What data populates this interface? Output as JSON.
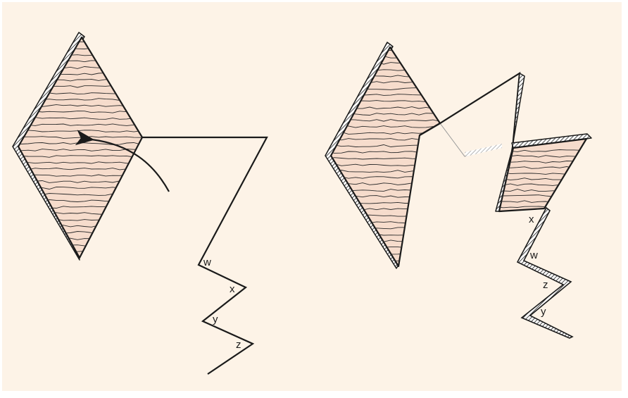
{
  "colors": {
    "background": "#fdf3e7",
    "fill": "#f6dccc",
    "ink": "#1a1a1a"
  },
  "left_figure": {
    "labels": {
      "w": "w",
      "x": "x",
      "y": "y",
      "z": "z"
    }
  },
  "right_figure": {
    "labels": {
      "x": "x",
      "w": "w",
      "z": "z",
      "y": "y"
    }
  }
}
